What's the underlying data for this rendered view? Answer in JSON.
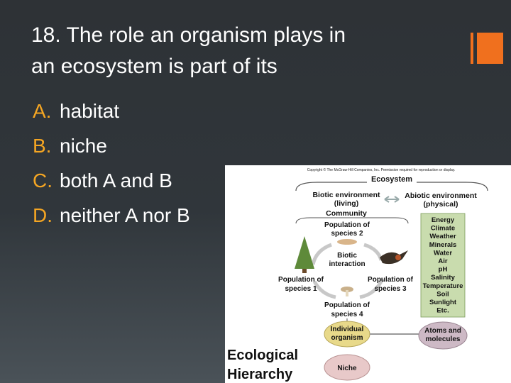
{
  "slide": {
    "title_lines": [
      "18. The role an organism plays in",
      "an ecosystem is part of its"
    ],
    "answers": [
      {
        "letter": "A.",
        "text": "habitat"
      },
      {
        "letter": "B.",
        "text": "niche"
      },
      {
        "letter": "C.",
        "text": "both A and B"
      },
      {
        "letter": "D.",
        "text": "neither A nor B"
      }
    ],
    "accent_color": "#f0701e",
    "letter_color": "#f5a623"
  },
  "figure": {
    "copyright": "Copyright © The McGraw-Hill Companies, Inc. Permission required for reproduction or display.",
    "ecosystem": "Ecosystem",
    "biotic": [
      "Biotic environment",
      "(living)",
      "Community"
    ],
    "abiotic": [
      "Abiotic environment",
      "(physical)"
    ],
    "pop2": [
      "Population of",
      "species 2"
    ],
    "biotic_interaction": [
      "Biotic",
      "interaction"
    ],
    "pop1": [
      "Population of",
      "species 1"
    ],
    "pop3": [
      "Population of",
      "species 3"
    ],
    "pop4": [
      "Population of",
      "species 4"
    ],
    "factors": [
      "Energy",
      "Climate",
      "Weather",
      "Minerals",
      "Water",
      "Air",
      "pH",
      "Salinity",
      "Temperature",
      "Soil",
      "Sunlight",
      "Etc."
    ],
    "individual": [
      "Individual",
      "organism"
    ],
    "atoms": [
      "Atoms and",
      "molecules"
    ],
    "niche": "Niche",
    "caption": [
      "Ecological",
      "Hierarchy"
    ]
  }
}
